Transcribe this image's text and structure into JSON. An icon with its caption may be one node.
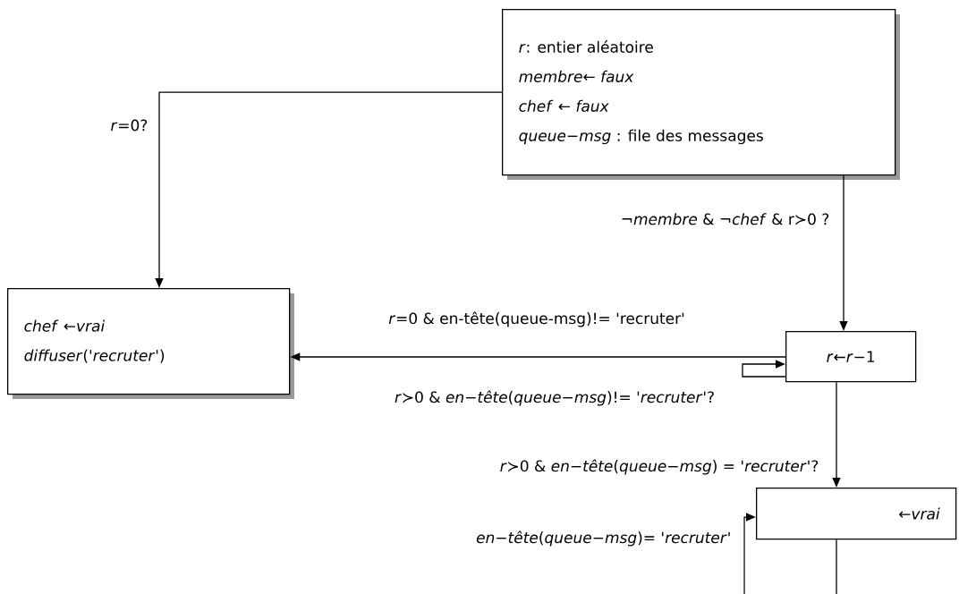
{
  "diagram": {
    "nodes": [
      {
        "text": [
          "*r*: entier aléatoire",
          "*membre*← *faux*",
          "*chef* ← *faux*",
          "*queue−msg* : file des messages"
        ]
      },
      {
        "text": [
          "*chef* ←*vrai*",
          "*diffuser*('*recruter*')"
        ]
      },
      {
        "text": [
          "*r*←*r*−1"
        ]
      },
      {
        "text": [
          "←*vrai*"
        ]
      }
    ],
    "edges": [
      {
        "from": 0,
        "to": 1,
        "arrow": "to",
        "label": "*r*=0?"
      },
      {
        "from": 0,
        "to": 2,
        "arrow": "to",
        "label": "¬*membre* & ¬*chef* & r≻0 ?"
      },
      {
        "from": 2,
        "to": 1,
        "arrow": "to",
        "label": "*r*=0 & en-tête(queue-msg)!= 'recruter'"
      },
      {
        "from": 2,
        "to": 2,
        "arrow": "to",
        "label": "*r*≻0 & *en−tête*(*queue−msg*)!= '*recruter*'?"
      },
      {
        "from": 2,
        "to": 3,
        "arrow": "to",
        "label": "*r*≻0 & *en−tête*(*queue−msg*) = '*recruter*'?"
      },
      {
        "from": 3,
        "to": null,
        "arrow": "none"
      },
      {
        "from": null,
        "to": 3,
        "arrow": "to",
        "label": "*en−tête*(*queue−msg*)= '*recruter*'"
      }
    ]
  }
}
